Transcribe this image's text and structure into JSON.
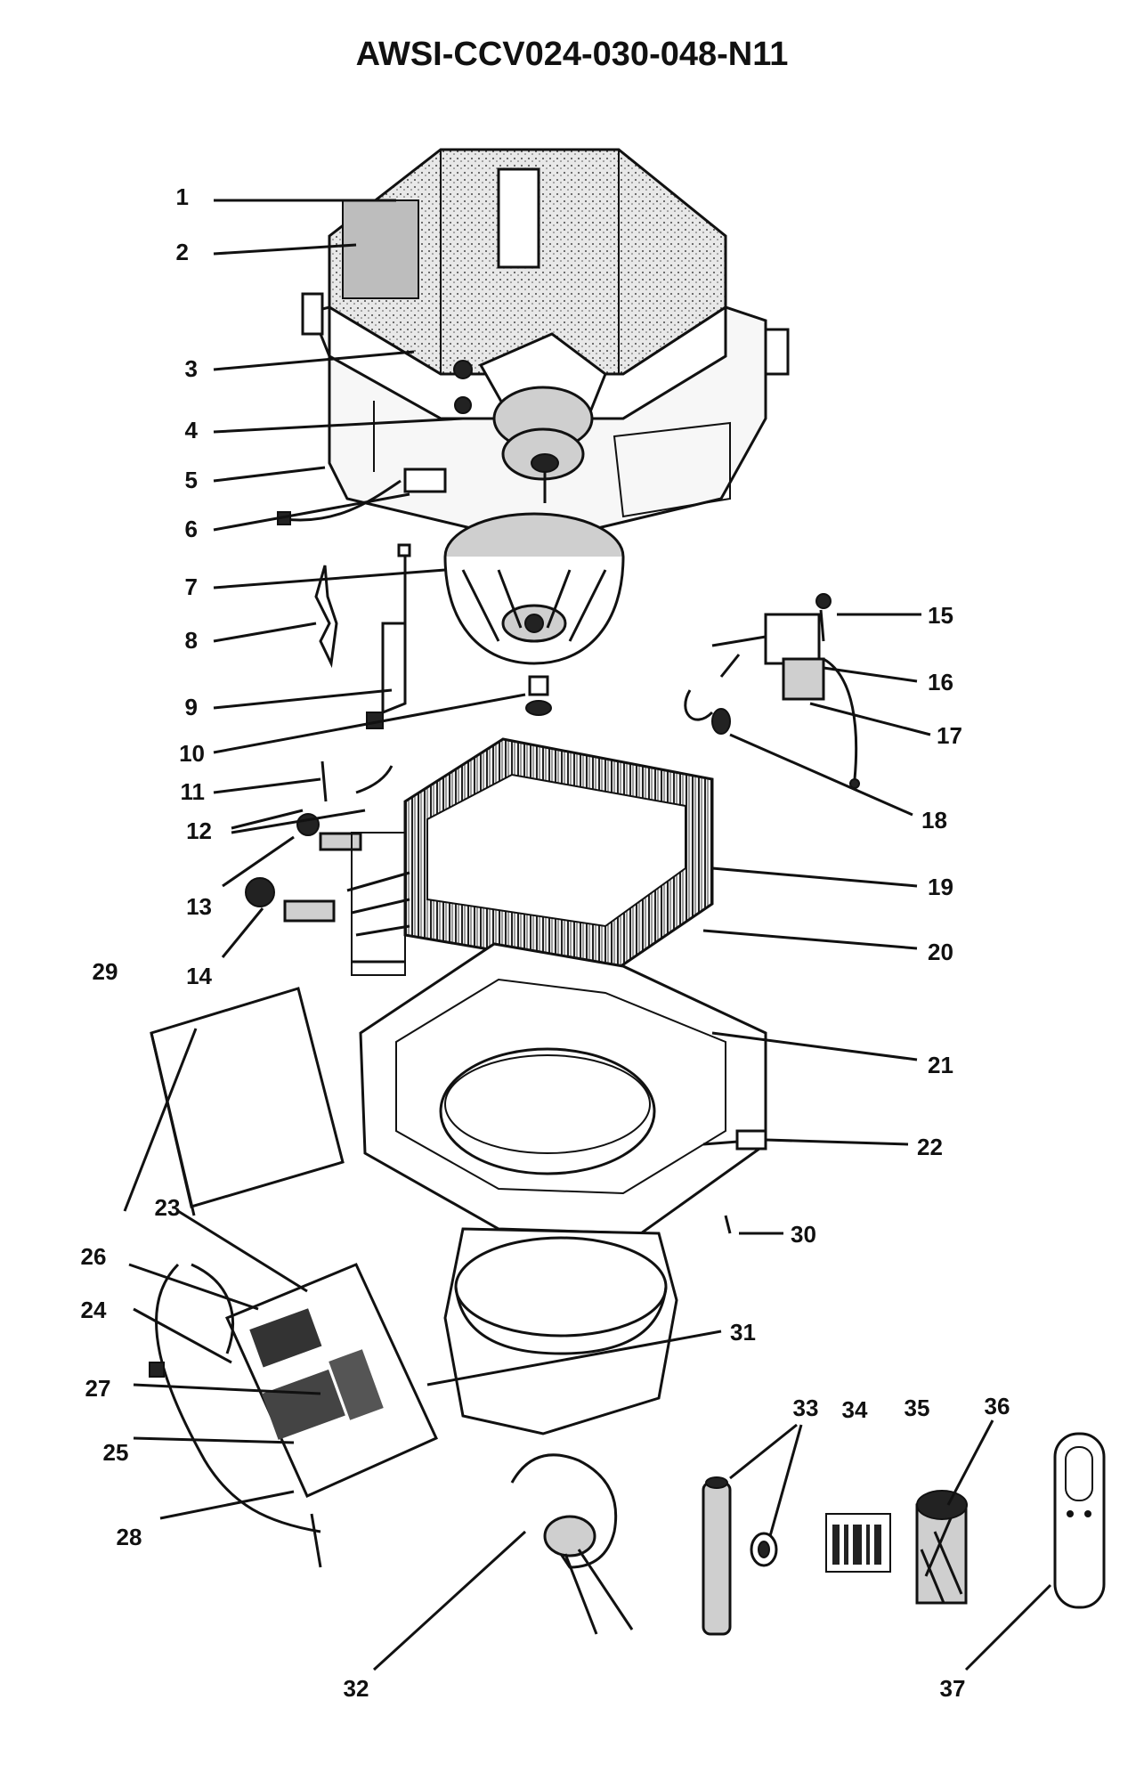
{
  "title": "AWSI-CCV024-030-048-N11",
  "callouts": [
    "1",
    "2",
    "3",
    "4",
    "5",
    "6",
    "7",
    "8",
    "9",
    "10",
    "11",
    "12",
    "13",
    "14",
    "15",
    "16",
    "17",
    "18",
    "19",
    "20",
    "21",
    "22",
    "23",
    "24",
    "25",
    "26",
    "27",
    "28",
    "29",
    "30",
    "31",
    "32",
    "33",
    "34",
    "35",
    "36",
    "37"
  ]
}
